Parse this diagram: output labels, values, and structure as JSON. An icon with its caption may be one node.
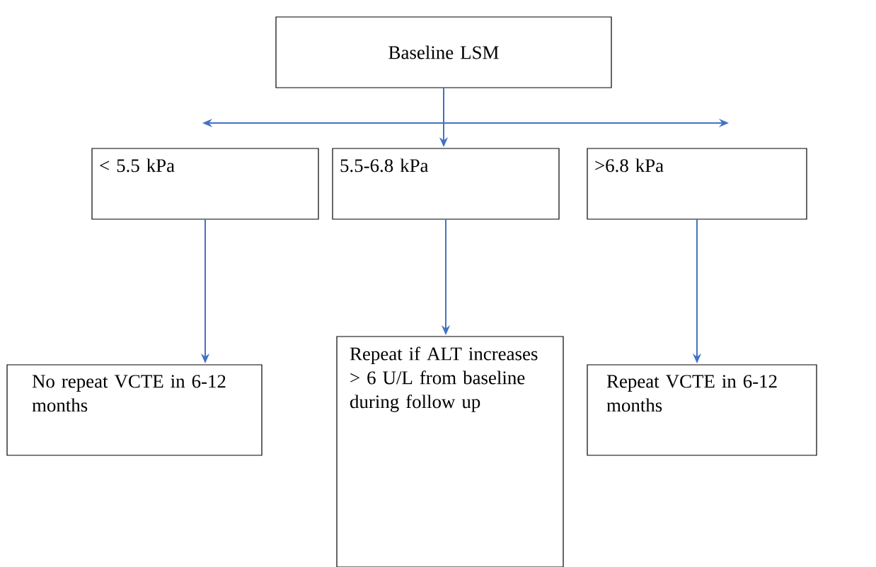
{
  "diagram": {
    "nodes": [
      {
        "text": [
          "Baseline LSM"
        ]
      },
      {
        "text": [
          "< 5.5 kPa"
        ]
      },
      {
        "text": [
          "5.5-6.8 kPa"
        ]
      },
      {
        "text": [
          ">6.8 kPa"
        ]
      },
      {
        "text": [
          "No repeat VCTE in 6-12 months"
        ]
      },
      {
        "text": [
          "Repeat if ALT increases > 6 U/L from baseline during follow up"
        ]
      },
      {
        "text": [
          "Repeat VCTE in 6-12 months"
        ]
      }
    ],
    "edges": [
      {
        "from": 0,
        "to": 1,
        "arrow": "to"
      },
      {
        "from": 0,
        "to": 2,
        "arrow": "to"
      },
      {
        "from": 0,
        "to": 3,
        "arrow": "to"
      },
      {
        "from": 1,
        "to": 4,
        "arrow": "to"
      },
      {
        "from": 2,
        "to": 5,
        "arrow": "to"
      },
      {
        "from": 3,
        "to": 6,
        "arrow": "to"
      }
    ]
  }
}
